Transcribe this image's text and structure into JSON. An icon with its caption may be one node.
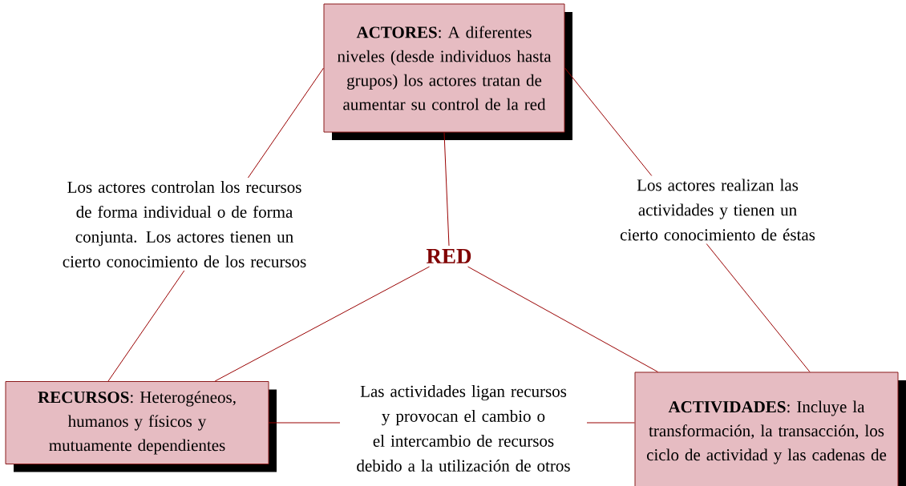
{
  "diagram": {
    "nodes": [
      {
        "text": [
          "**ACTORES**: A diferentes niveles (desde individuos hasta grupos) los actores tratan de aumentar su control de la red"
        ]
      },
      {
        "text": [
          "RED"
        ]
      },
      {
        "text": [
          "**RECURSOS**: Heterogéneos, humanos y físicos y mutuamente dependientes"
        ]
      },
      {
        "text": [
          "**ACTIVIDADES**: Incluye la transformación, la transacción, los ciclo de actividad y las cadenas de"
        ]
      }
    ],
    "edges": [
      {
        "from": 0,
        "to": 1,
        "arrow": "none"
      },
      {
        "from": 1,
        "to": 2,
        "arrow": "none"
      },
      {
        "from": 1,
        "to": 3,
        "arrow": "none"
      },
      {
        "from": 0,
        "to": 2,
        "arrow": "none",
        "label": "Los actores controlan los recursos de forma individual o de forma conjunta. Los actores tienen un cierto conocimiento de los recursos"
      },
      {
        "from": 0,
        "to": 3,
        "arrow": "none",
        "label": "Los actores realizan las actividades y tienen un cierto conocimiento de éstas"
      },
      {
        "from": 2,
        "to": 3,
        "arrow": "none",
        "label": "Las actividades ligan recursos y provocan el cambio o el intercambio de recursos debido a la utilización de otros"
      }
    ]
  }
}
